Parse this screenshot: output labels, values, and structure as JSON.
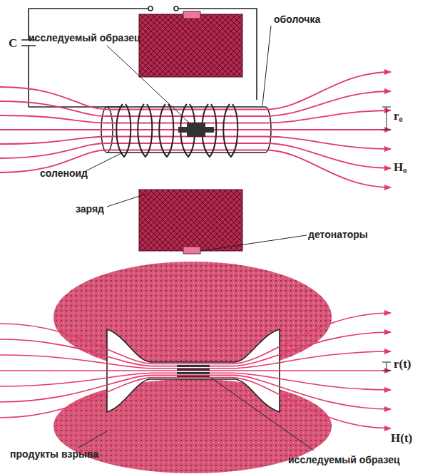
{
  "diagram": {
    "labels": [
      "оболочка",
      "C",
      "исследуемый образец",
      "r₀",
      "H₀",
      "соленоид",
      "заряд",
      "детонаторы",
      "r(t)",
      "H(t)",
      "продукты взрыва",
      "исследуемый образец"
    ]
  }
}
